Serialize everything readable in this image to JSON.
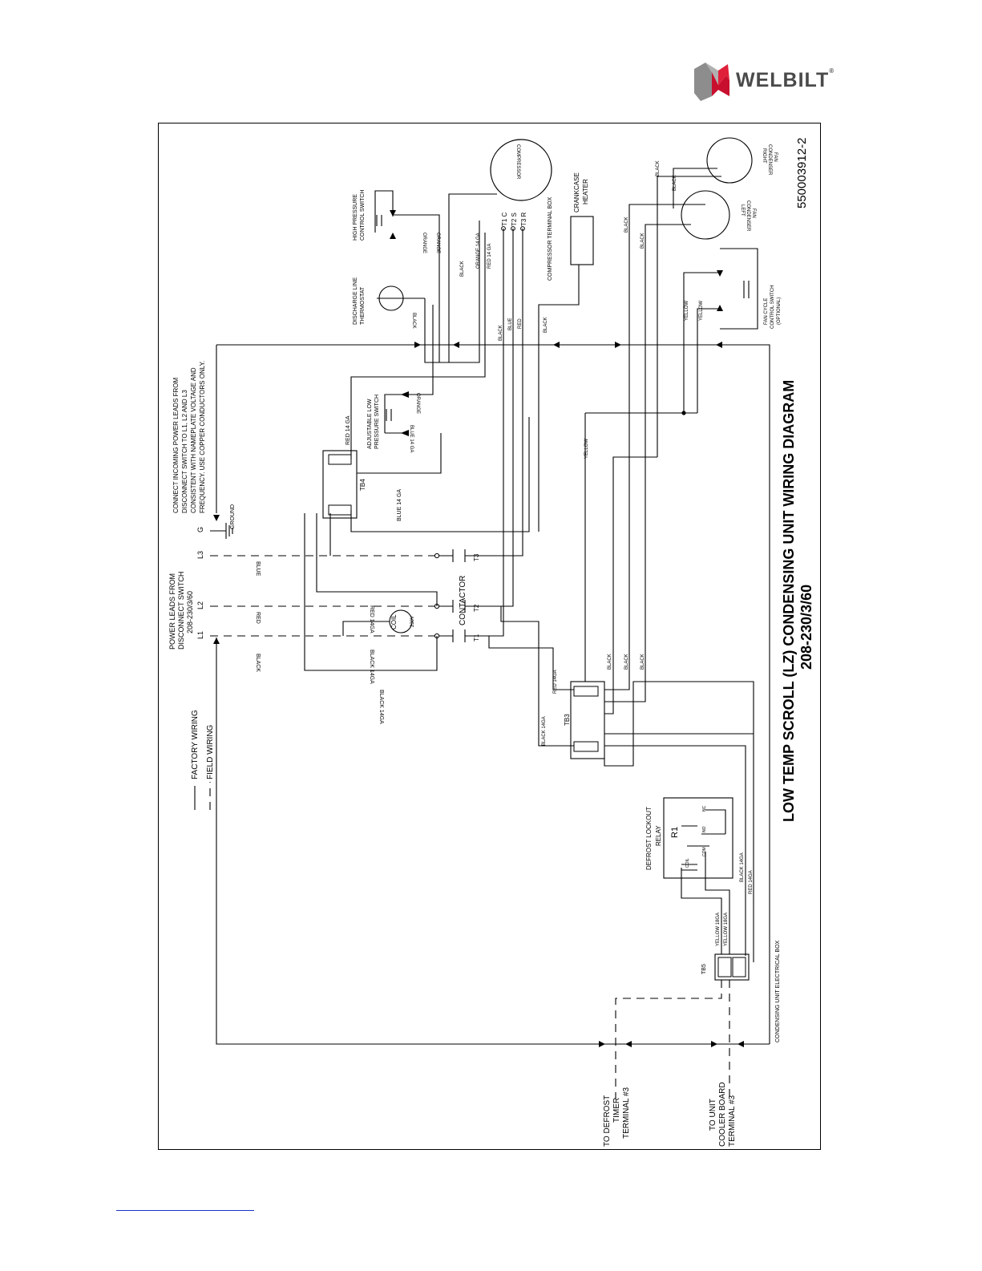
{
  "brand": {
    "logo_text": "WELBILT",
    "trademark": "®"
  },
  "diagram": {
    "drawing_number": "550003912-2",
    "title_line1": "LOW TEMP SCROLL (LZ) CONDENSING UNIT WIRING DIAGRAM",
    "title_line2": "208-230/3/60",
    "legend": {
      "factory": "FACTORY WIRING",
      "field": "FIELD WIRING"
    },
    "power_leads": {
      "line1": "POWER LEADS FROM",
      "line2": "DISCONNECT SWITCH",
      "line3": "208-230/3/60"
    },
    "connect_note": [
      "CONNECT INCOMING POWER LEADS FROM",
      "DISCONNECT SWITCH TO L1, L2 AND L3",
      "CONSISTENT WITH NAMEPLATE VOLTAGE AND",
      "FREQUENCY. USE COPPER CONDUCTORS ONLY."
    ],
    "terminals": {
      "L1": "L1",
      "L2": "L2",
      "L3": "L3",
      "G": "G",
      "T1": "T1",
      "T2": "T2",
      "T3": "T3"
    },
    "ground": "GROUND",
    "contactor": "CONTACTOR",
    "coil": "COIL",
    "coil_voltage": "230V",
    "compressor": "COMPRESSOR",
    "compressor_terminals": [
      "T1 C",
      "T2 S",
      "T3 R"
    ],
    "compressor_terminal_box": "COMPRESSOR TERMINAL BOX",
    "crankcase_heater": [
      "CRANKCASE",
      "HEATER"
    ],
    "high_pressure": [
      "HIGH PRESSURE",
      "CONTROL SWITCH"
    ],
    "discharge_line": [
      "DISCHARGE LINE",
      "THERMOSTAT"
    ],
    "low_pressure": [
      "ADJUSTABLE LOW",
      "PRESSURE SWITCH"
    ],
    "right_fan": [
      "RIGHT",
      "CONDENSER",
      "FAN"
    ],
    "left_fan": [
      "LEFT",
      "CONDENSER",
      "FAN"
    ],
    "fan_cycle": [
      "FAN CYCLE",
      "CONTROL SWITCH",
      "(OPTIONAL)"
    ],
    "relay": [
      "DEFROST LOCKOUT",
      "RELAY"
    ],
    "relay_id": "R1",
    "relay_pins": {
      "no": "NO",
      "nc": "NC",
      "com": "COM",
      "coil": "COIL"
    },
    "tb3": "TB3",
    "tb4": "TB4",
    "tb5": "TB5",
    "electrical_box": "CONDENSING UNIT ELECTRICAL BOX",
    "defrost_timer": [
      "TO DEFROST",
      "TIMER",
      "TERMINAL #3"
    ],
    "unit_cooler": [
      "TO UNIT",
      "COOLER BOARD",
      "TERMINAL #3"
    ],
    "wire_labels": {
      "black": "BLACK",
      "blue": "BLUE",
      "red": "RED",
      "orange": "ORANGE",
      "yellow": "YELLOW",
      "black14": "BLACK 14GA",
      "red14": "RED 14GA",
      "black_14_ga": "BLACK 14 GA",
      "red_14_ga": "RED 14 GA",
      "blue_14_ga": "BLUE 14 GA",
      "orange_14_ga": "ORANGE 14 GA",
      "yellow18": "YELLOW 18GA"
    }
  }
}
